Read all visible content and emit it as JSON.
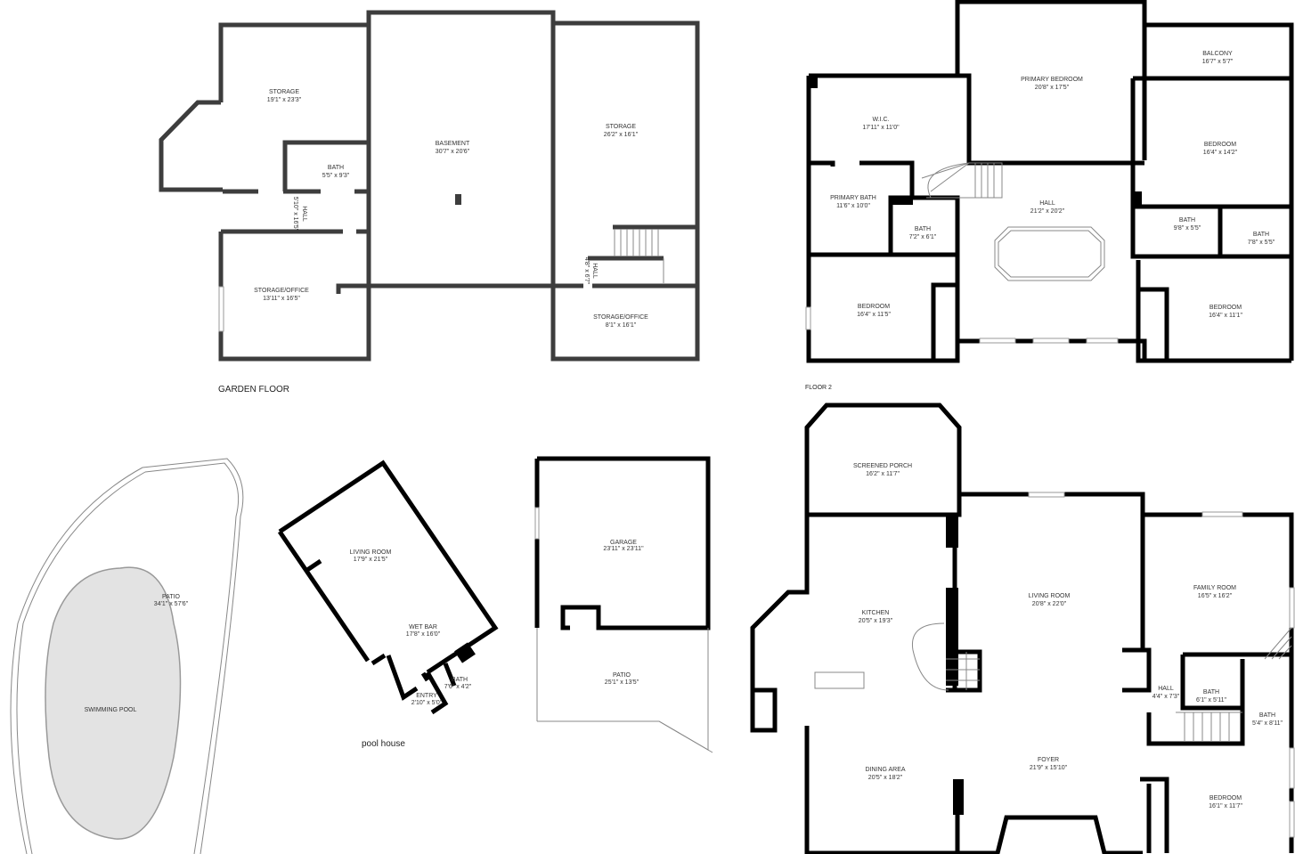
{
  "plans": {
    "garden_floor": {
      "caption": "GARDEN FLOOR",
      "rooms": [
        {
          "name": "STORAGE",
          "size": "19'1\" x 23'3\""
        },
        {
          "name": "BATH",
          "size": "5'5\" x 9'3\""
        },
        {
          "name": "HALL",
          "size": "5'10\" x 16'5\""
        },
        {
          "name": "STORAGE/OFFICE",
          "size": "13'11\" x 16'5\""
        },
        {
          "name": "BASEMENT",
          "size": "30'7\" x 20'6\""
        },
        {
          "name": "STORAGE",
          "size": "26'2\" x 16'1\""
        },
        {
          "name": "HALL",
          "size": "4'8\" x 6'7\""
        },
        {
          "name": "STORAGE/OFFICE",
          "size": "8'1\" x 16'1\""
        }
      ]
    },
    "floor_2": {
      "caption": "FLOOR 2",
      "rooms": [
        {
          "name": "PRIMARY BEDROOM",
          "size": "20'8\" x 17'5\""
        },
        {
          "name": "BALCONY",
          "size": "16'7\" x 5'7\""
        },
        {
          "name": "W.I.C.",
          "size": "17'11\" x 11'0\""
        },
        {
          "name": "BEDROOM",
          "size": "16'4\" x 14'2\""
        },
        {
          "name": "PRIMARY BATH",
          "size": "11'6\" x 10'0\""
        },
        {
          "name": "HALL",
          "size": "21'2\" x 20'2\""
        },
        {
          "name": "BATH",
          "size": "7'2\" x 6'1\""
        },
        {
          "name": "BATH",
          "size": "9'8\" x 5'5\""
        },
        {
          "name": "BATH",
          "size": "7'8\" x 5'5\""
        },
        {
          "name": "BEDROOM",
          "size": "16'4\" x 11'5\""
        },
        {
          "name": "BEDROOM",
          "size": "16'4\" x 11'1\""
        }
      ]
    },
    "pool_area": {
      "rooms": [
        {
          "name": "PATIO",
          "size": "34'1\" x 57'6\""
        },
        {
          "name": "SWIMMING POOL",
          "size": ""
        }
      ]
    },
    "pool_house": {
      "caption": "pool house",
      "rooms": [
        {
          "name": "LIVING ROOM",
          "size": "17'9\" x 21'5\""
        },
        {
          "name": "WET BAR",
          "size": "17'8\" x 16'0\""
        },
        {
          "name": "BATH",
          "size": "7'6\" x 4'2\""
        },
        {
          "name": "ENTRY",
          "size": "2'10\" x 5'0\""
        }
      ]
    },
    "garage": {
      "rooms": [
        {
          "name": "GARAGE",
          "size": "23'11\" x 23'11\""
        },
        {
          "name": "PATIO",
          "size": "25'1\" x 13'5\""
        }
      ]
    },
    "main_floor": {
      "rooms": [
        {
          "name": "SCREENED PORCH",
          "size": "16'2\" x 11'7\""
        },
        {
          "name": "KITCHEN",
          "size": "20'5\" x 19'3\""
        },
        {
          "name": "LIVING ROOM",
          "size": "20'8\" x 22'0\""
        },
        {
          "name": "FAMILY ROOM",
          "size": "16'5\" x 16'2\""
        },
        {
          "name": "HALL",
          "size": "4'4\" x 7'3\""
        },
        {
          "name": "BATH",
          "size": "6'1\" x 5'11\""
        },
        {
          "name": "BATH",
          "size": "5'4\" x 8'11\""
        },
        {
          "name": "DINING AREA",
          "size": "20'5\" x 18'2\""
        },
        {
          "name": "FOYER",
          "size": "21'9\" x 15'10\""
        },
        {
          "name": "BEDROOM",
          "size": "16'1\" x 11'7\""
        }
      ]
    }
  },
  "colors": {
    "garden_walls": "#3d3d3d",
    "walls": "#000000",
    "pool_fill": "#e3e3e3"
  }
}
